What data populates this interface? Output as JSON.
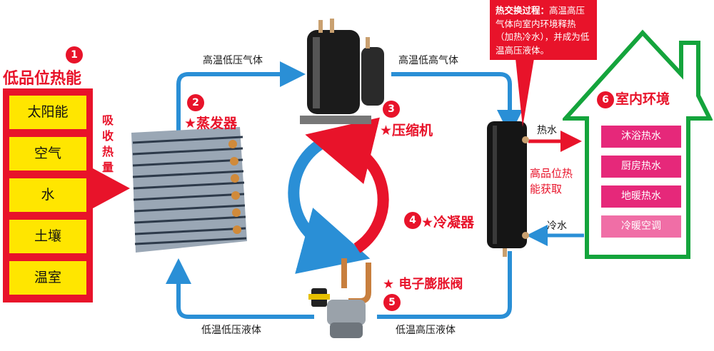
{
  "low_grade_heat": {
    "number": "1",
    "title": "低品位热能",
    "sources": [
      "太阳能",
      "空气",
      "水",
      "土壤",
      "温室"
    ]
  },
  "absorb_label": [
    "吸",
    "收",
    "热",
    "量"
  ],
  "evaporator": {
    "number": "2",
    "label": "★蒸发器"
  },
  "compressor": {
    "number": "3",
    "label": "★压缩机"
  },
  "condenser": {
    "number": "4",
    "label": "4★冷凝器"
  },
  "expansion_valve": {
    "number": "5",
    "label": "★ 电子膨胀阀"
  },
  "indoor": {
    "number": "6",
    "title": "室内环境",
    "uses": [
      {
        "label": "沐浴热水",
        "color": "#e6287a"
      },
      {
        "label": "厨房热水",
        "color": "#e6287a"
      },
      {
        "label": "地暖热水",
        "color": "#e6287a"
      },
      {
        "label": "冷暖空调",
        "color": "#f06ea6"
      }
    ]
  },
  "flows": {
    "top_left": "高温低压气体",
    "top_right": "高温低高气体",
    "bottom_left": "低温低压液体",
    "bottom_right": "低温高压液体",
    "hot_water": "热水",
    "cold_water": "冷水",
    "high_grade": "高品位热能获取"
  },
  "heat_exchange_note": {
    "title": "热交换过程：",
    "text": "高温高压气体向室内环境释热（加热冷水），并成为低温高压液体。"
  },
  "colors": {
    "red": "#e8132a",
    "blue": "#2a8fd6",
    "green": "#14a43c",
    "yellow": "#ffe600"
  }
}
